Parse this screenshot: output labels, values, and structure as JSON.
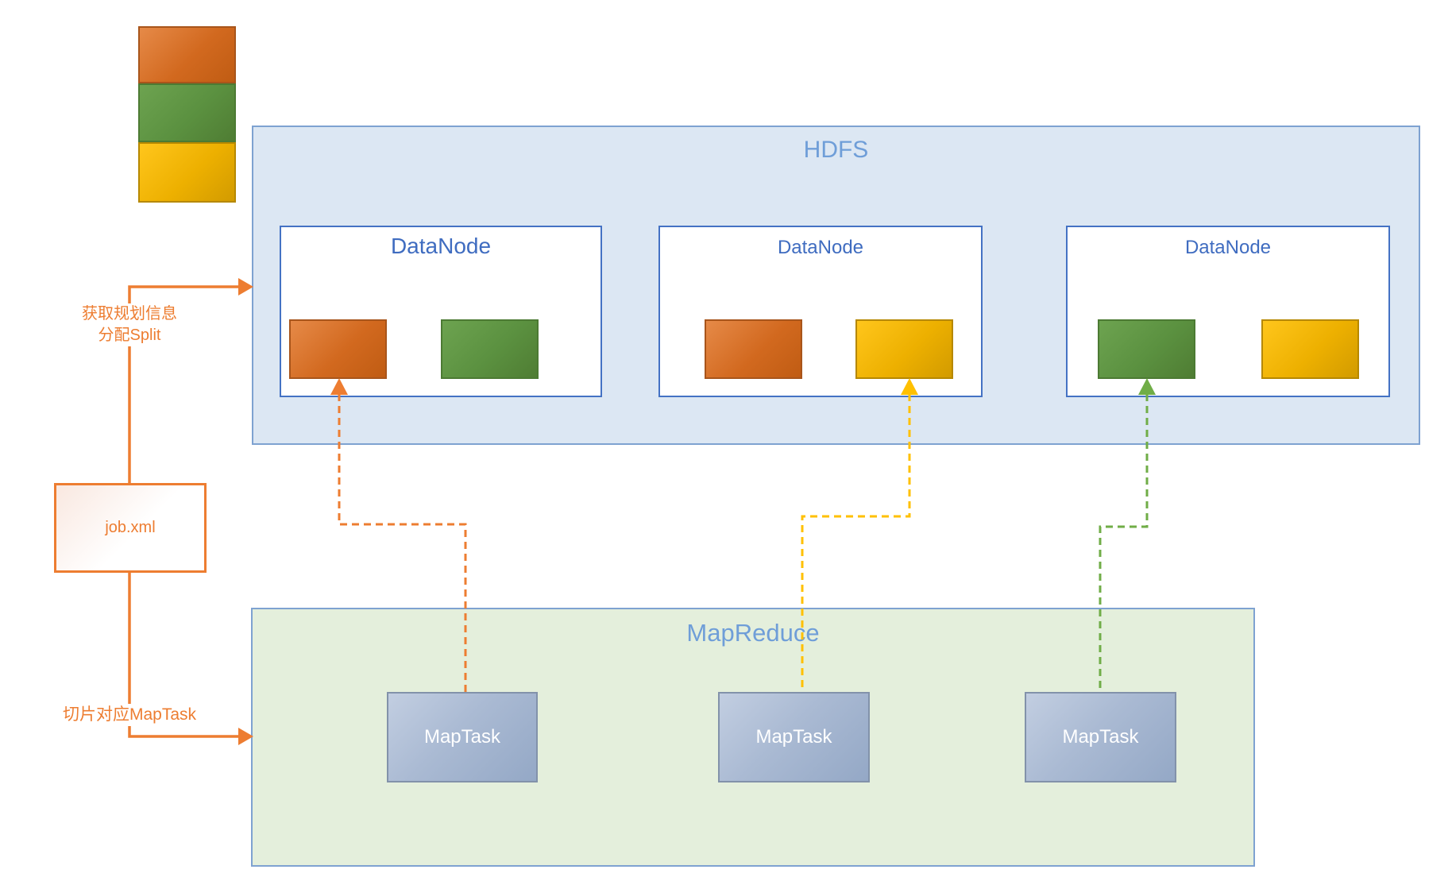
{
  "colors": {
    "accent_orange": "#ED7D31",
    "dashed_yellow": "#FFC000",
    "dashed_green": "#70AD47",
    "hdfs_bg": "#dce7f3",
    "mapreduce_bg": "#e4efdc",
    "container_border": "#7ea2d1",
    "datanode_border": "#4472c4",
    "title_blue": "#6f9ed8",
    "block_orange": "#d2691f",
    "block_green": "#5b9140",
    "block_yellow": "#edb000",
    "maptask_fill": "#aabad3"
  },
  "legend_stack": {
    "blocks": [
      "orange",
      "green",
      "yellow"
    ]
  },
  "hdfs": {
    "title": "HDFS",
    "datanodes": [
      {
        "title": "DataNode",
        "blocks": [
          "orange",
          "green"
        ]
      },
      {
        "title": "DataNode",
        "blocks": [
          "orange",
          "yellow"
        ]
      },
      {
        "title": "DataNode",
        "blocks": [
          "green",
          "yellow"
        ]
      }
    ]
  },
  "mapreduce": {
    "title": "MapReduce",
    "maptasks": [
      {
        "label": "MapTask"
      },
      {
        "label": "MapTask"
      },
      {
        "label": "MapTask"
      }
    ]
  },
  "job_box": {
    "label": "job.xml"
  },
  "annotations": {
    "split_line1": "获取规划信息",
    "split_line2": "分配Split",
    "maptask_note": "切片对应MapTask"
  },
  "connections": [
    {
      "from": "job.xml",
      "to": "HDFS",
      "label": "获取规划信息 分配Split",
      "style": "solid",
      "color": "#ED7D31"
    },
    {
      "from": "job.xml",
      "to": "MapReduce",
      "label": "切片对应MapTask",
      "style": "solid",
      "color": "#ED7D31"
    },
    {
      "from": "MapTask 1",
      "to": "DataNode 1 orange block",
      "style": "dashed",
      "color": "#ED7D31"
    },
    {
      "from": "MapTask 2",
      "to": "DataNode 2 yellow block",
      "style": "dashed",
      "color": "#FFC000"
    },
    {
      "from": "MapTask 3",
      "to": "DataNode 3 green block",
      "style": "dashed",
      "color": "#70AD47"
    }
  ]
}
